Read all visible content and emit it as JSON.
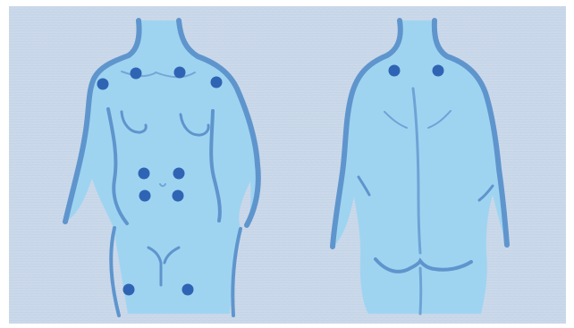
{
  "figure": {
    "views": [
      "front",
      "back"
    ],
    "marker_groups": [
      {
        "view": "front",
        "region": "upper-chest",
        "count": 2
      },
      {
        "view": "front",
        "region": "shoulders",
        "count": 2
      },
      {
        "view": "front",
        "region": "abdomen",
        "count": 4
      },
      {
        "view": "front",
        "region": "thighs",
        "count": 2
      },
      {
        "view": "back",
        "region": "upper-back",
        "count": 2
      }
    ],
    "total_markers": 12,
    "colors": {
      "paper": "#cbd9ea",
      "body_fill": "#9fd4f1",
      "outline": "#5f95cd",
      "marker": "#2f64b4"
    }
  }
}
